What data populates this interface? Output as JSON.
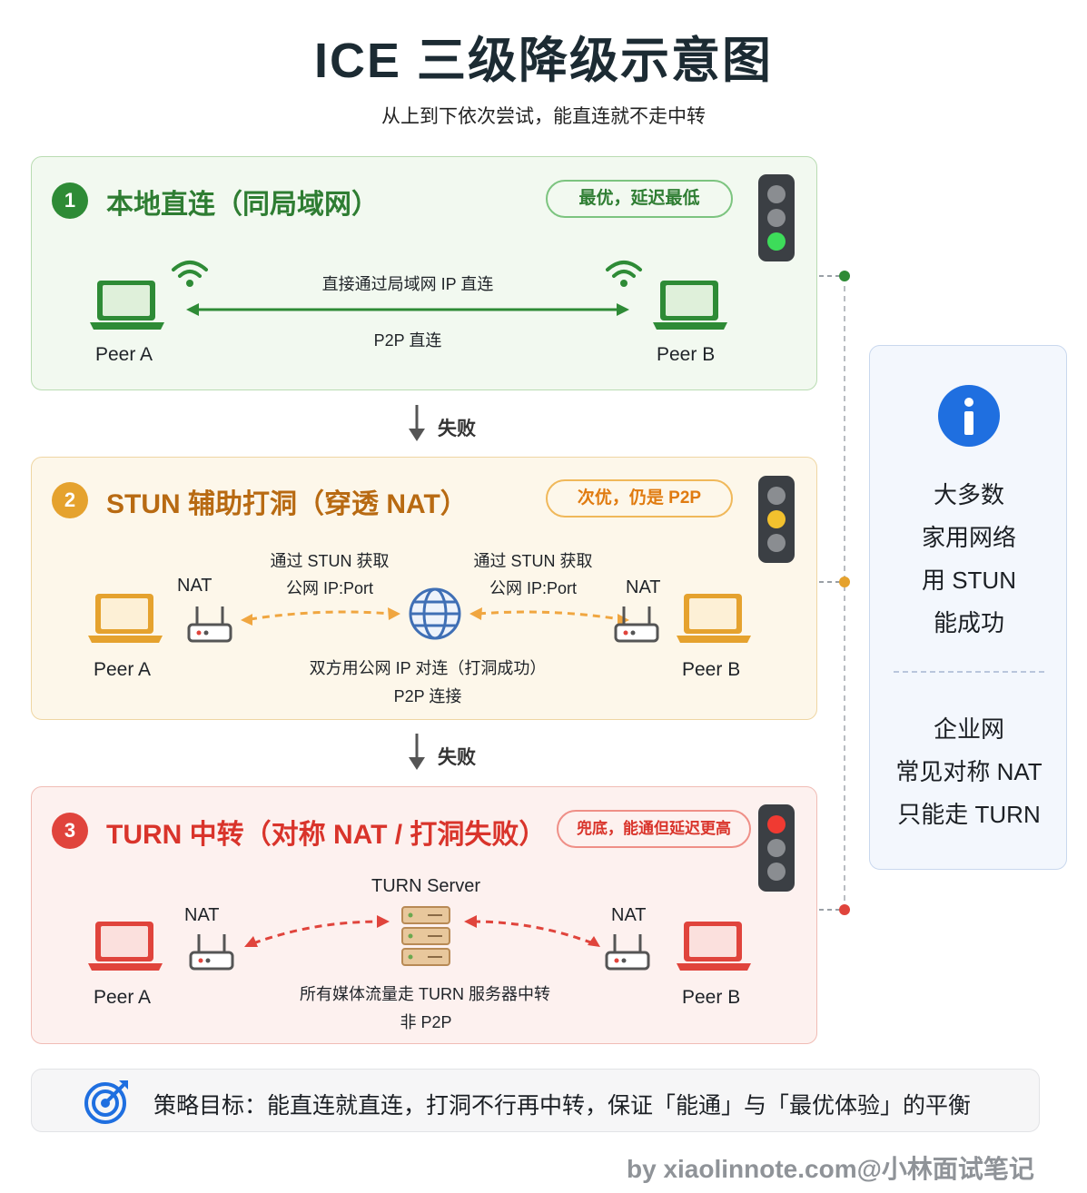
{
  "title": "ICE 三级降级示意图",
  "subtitle": "从上到下依次尝试，能直连就不走中转",
  "fail_label": "失败",
  "colors": {
    "green": "#2e8b36",
    "orange": "#e5a22e",
    "red": "#e0443c",
    "blue": "#1f6fe0"
  },
  "level1": {
    "number": "1",
    "title": "本地直连（同局域网）",
    "badge": "最优，延迟最低",
    "peer_a": "Peer A",
    "peer_b": "Peer B",
    "top_label": "直接通过局域网 IP 直连",
    "bottom_label": "P2P 直连"
  },
  "level2": {
    "number": "2",
    "title": "STUN 辅助打洞（穿透 NAT）",
    "badge": "次优，仍是 P2P",
    "peer_a": "Peer A",
    "peer_b": "Peer B",
    "nat_left": "NAT",
    "nat_right": "NAT",
    "left_label_1": "通过 STUN 获取",
    "left_label_2": "公网 IP:Port",
    "right_label_1": "通过 STUN 获取",
    "right_label_2": "公网 IP:Port",
    "bottom_label_1": "双方用公网 IP 对连（打洞成功）",
    "bottom_label_2": "P2P 连接"
  },
  "level3": {
    "number": "3",
    "title": "TURN 中转（对称 NAT / 打洞失败）",
    "badge": "兜底，能通但延迟更高",
    "peer_a": "Peer A",
    "peer_b": "Peer B",
    "nat_left": "NAT",
    "nat_right": "NAT",
    "server_label": "TURN Server",
    "bottom_label_1": "所有媒体流量走 TURN 服务器中转",
    "bottom_label_2": "非 P2P"
  },
  "side_info": {
    "line1": "大多数",
    "line2": "家用网络",
    "line3": "用 STUN",
    "line4": "能成功",
    "line5": "企业网",
    "line6": "常见对称 NAT",
    "line7": "只能走 TURN"
  },
  "strategy": "策略目标：能直连就直连，打洞不行再中转，保证「能通」与「最优体验」的平衡",
  "watermark": "by xiaolinnote.com@小林面试笔记"
}
